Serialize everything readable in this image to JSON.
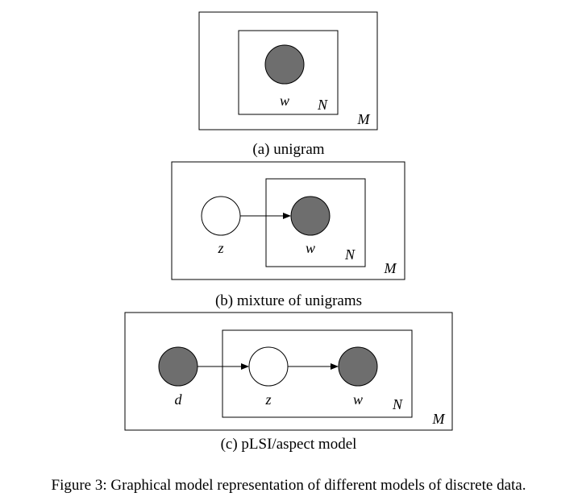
{
  "panels": [
    {
      "id": "a",
      "caption": "(a) unigram",
      "outer_plate_label": "M",
      "inner_plate_label": "N",
      "nodes": [
        {
          "id": "w",
          "label": "w",
          "observed": true
        }
      ],
      "edges": []
    },
    {
      "id": "b",
      "caption": "(b) mixture of unigrams",
      "outer_plate_label": "M",
      "inner_plate_label": "N",
      "nodes": [
        {
          "id": "z",
          "label": "z",
          "observed": false
        },
        {
          "id": "w",
          "label": "w",
          "observed": true
        }
      ],
      "edges": [
        {
          "from": "z",
          "to": "w"
        }
      ]
    },
    {
      "id": "c",
      "caption": "(c) pLSI/aspect model",
      "outer_plate_label": "M",
      "inner_plate_label": "N",
      "nodes": [
        {
          "id": "d",
          "label": "d",
          "observed": true
        },
        {
          "id": "z",
          "label": "z",
          "observed": false
        },
        {
          "id": "w",
          "label": "w",
          "observed": true
        }
      ],
      "edges": [
        {
          "from": "d",
          "to": "z"
        },
        {
          "from": "z",
          "to": "w"
        }
      ]
    }
  ],
  "figure_caption": "Figure 3: Graphical model representation of different models of discrete data.",
  "colors": {
    "observed_fill": "#6e6e6e",
    "latent_fill": "#ffffff",
    "stroke": "#000000"
  }
}
